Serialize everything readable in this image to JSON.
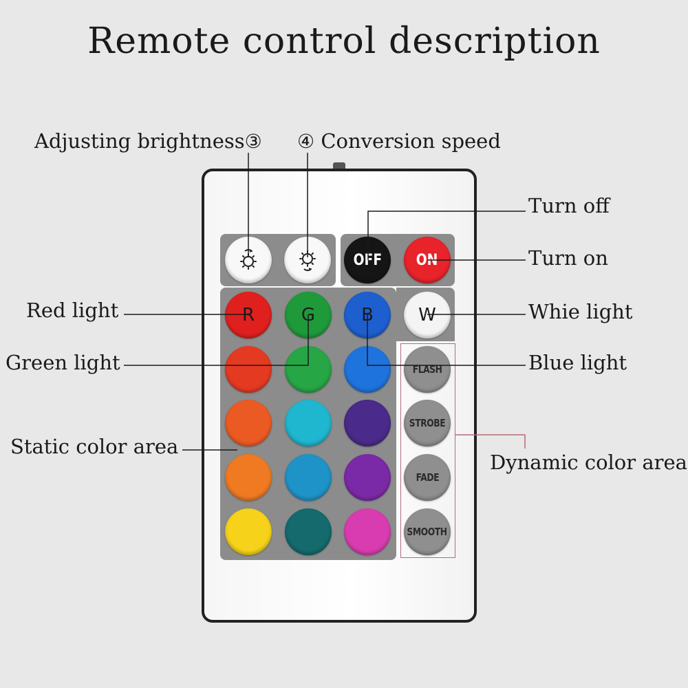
{
  "title": "Remote control description",
  "labels": {
    "adjusting_brightness": "Adjusting brightness",
    "brightness_num": "③",
    "speed_num": "④",
    "conversion_speed": "Conversion speed",
    "turn_off": "Turn off",
    "turn_on": "Turn on",
    "red_light": "Red light",
    "white_light": "Whie light",
    "green_light": "Green light",
    "blue_light": "Blue light",
    "static_area": "Static color area",
    "dynamic_area": "Dynamic color area"
  },
  "buttons": {
    "off": "OFF",
    "on": "ON",
    "r": "R",
    "g": "G",
    "b": "B",
    "w": "W",
    "flash": "FLASH",
    "strobe": "STROBE",
    "fade": "FADE",
    "smooth": "SMOOTH"
  },
  "colors": {
    "background": "#e8e8e8",
    "panel": "#8c8c8c",
    "off_button": "#151515",
    "on_button": "#e8232a",
    "red": "#e0201f",
    "green": "#1f9a3a",
    "blue": "#1e5fd0",
    "white": "#f4f4f4",
    "effect_button": "#8f8f8f",
    "dynamic_frame": "#b56a78"
  },
  "icons": [
    "brightness-up-icon",
    "brightness-down-icon"
  ]
}
